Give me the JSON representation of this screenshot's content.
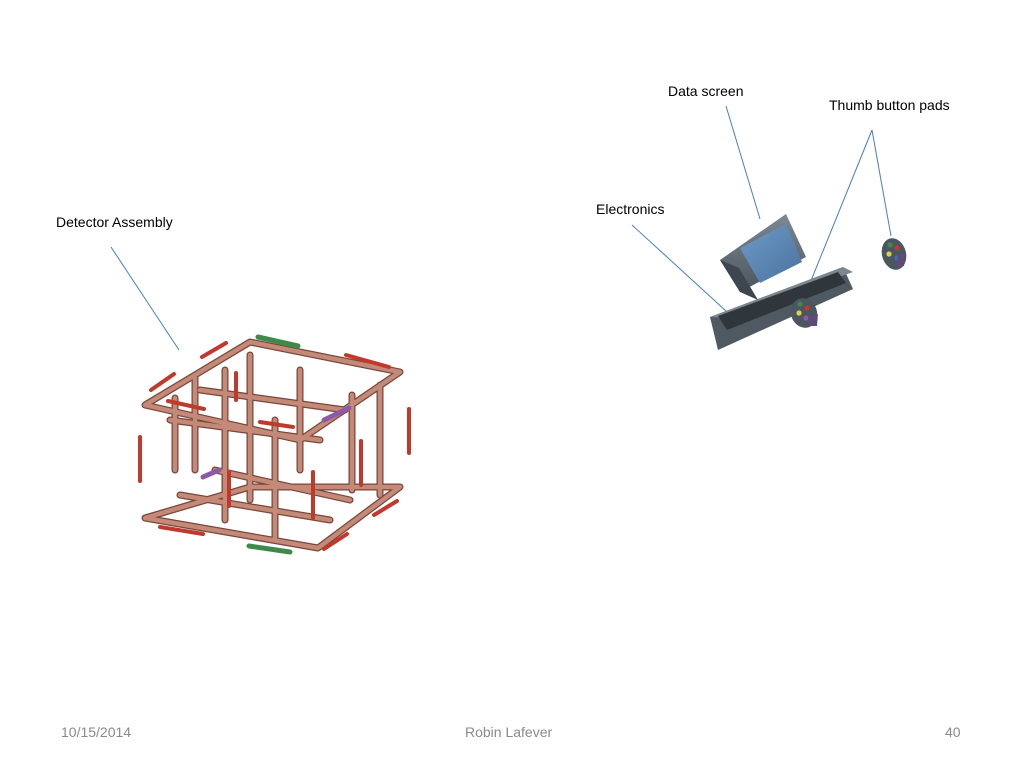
{
  "labels": {
    "detector": "Detector Assembly",
    "data_screen": "Data screen",
    "thumb_pads": "Thumb button pads",
    "electronics": "Electronics"
  },
  "footer": {
    "date": "10/15/2014",
    "author": "Robin Lafever",
    "page": "40"
  },
  "colors": {
    "leader_line": "#4a7ebb",
    "frame_copper": "#b97867",
    "frame_dark": "#7a463b",
    "rod_red": "#c0392b",
    "pad_green": "#3e8a4a",
    "pad_purple": "#8e5aa8",
    "device_gray": "#5f6b75",
    "screen_blue": "#5b86b3"
  }
}
